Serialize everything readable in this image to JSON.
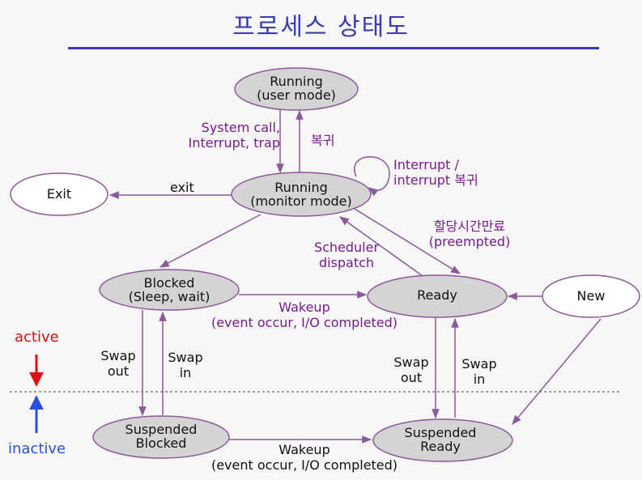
{
  "title": "프로세스 상태도",
  "colors": {
    "title": "#3a3ab8",
    "edge": "#8a5a9a",
    "label": "#7a1a8f",
    "state_fill_grey": "#d4d4d4",
    "state_fill_white": "#ffffff",
    "active": "#e01010",
    "inactive": "#2a4fd8"
  },
  "states": {
    "running_user": {
      "line1": "Running",
      "line2": "(user mode)"
    },
    "running_monitor": {
      "line1": "Running",
      "line2": "(monitor mode)"
    },
    "exit": {
      "line1": "Exit"
    },
    "blocked": {
      "line1": "Blocked",
      "line2": "(Sleep, wait)"
    },
    "ready": {
      "line1": "Ready"
    },
    "new": {
      "line1": "New"
    },
    "suspended_blocked": {
      "line1": "Suspended",
      "line2": "Blocked"
    },
    "suspended_ready": {
      "line1": "Suspended",
      "line2": "Ready"
    }
  },
  "transitions": {
    "syscall": {
      "line1": "System call,",
      "line2": "Interrupt, trap"
    },
    "return": {
      "line1": "복귀"
    },
    "interrupt": {
      "line1": "Interrupt /",
      "line2": "interrupt 복귀"
    },
    "exit": {
      "line1": "exit"
    },
    "preempted": {
      "line1": "할당시간만료",
      "line2": "(preempted)"
    },
    "dispatch": {
      "line1": "Scheduler",
      "line2": "dispatch"
    },
    "wakeup_top": {
      "line1": "Wakeup",
      "line2": "(event occur, I/O completed)"
    },
    "wakeup_bottom": {
      "line1": "Wakeup",
      "line2": "(event occur, I/O completed)"
    },
    "swap_out_left": {
      "line1": "Swap",
      "line2": "out"
    },
    "swap_in_left": {
      "line1": "Swap",
      "line2": "in"
    },
    "swap_out_right": {
      "line1": "Swap",
      "line2": "out"
    },
    "swap_in_right": {
      "line1": "Swap",
      "line2": "in"
    }
  },
  "side": {
    "active": "active",
    "inactive": "inactive"
  }
}
